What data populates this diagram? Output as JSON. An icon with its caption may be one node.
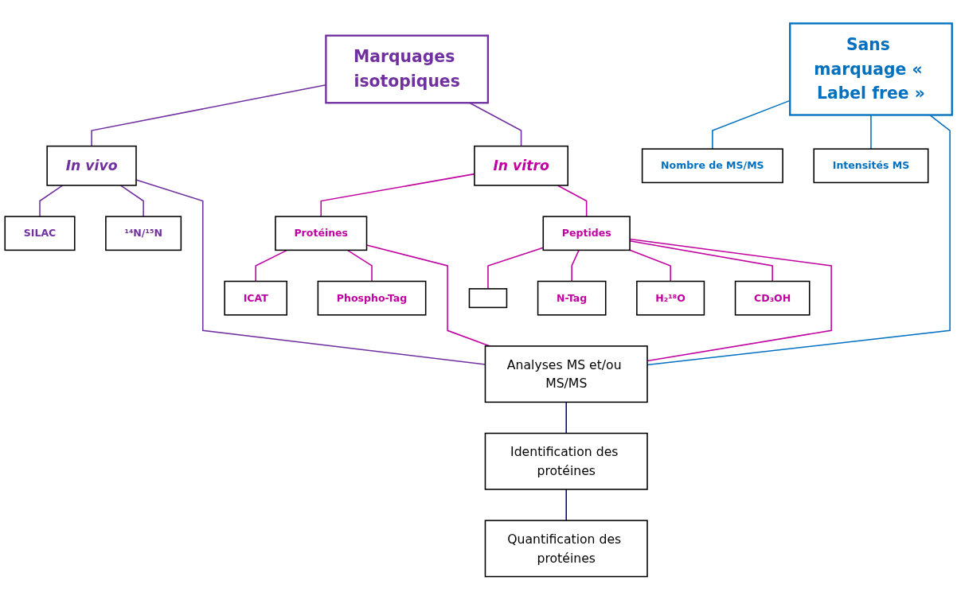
{
  "diagram": {
    "nodes": [
      {
        "text": [
          "Marquages isotopiques"
        ]
      },
      {
        "text": [
          "In vivo"
        ]
      },
      {
        "text": [
          "In vitro"
        ]
      },
      {
        "text": [
          "SILAC"
        ]
      },
      {
        "text": [
          "¹⁴N/¹⁵N"
        ]
      },
      {
        "text": [
          "Protéines"
        ]
      },
      {
        "text": [
          "Peptides"
        ]
      },
      {
        "text": [
          "ICAT"
        ]
      },
      {
        "text": [
          "Phospho-Tag"
        ]
      },
      {
        "text": [],
        "shape": "box"
      },
      {
        "text": [
          "N-Tag"
        ]
      },
      {
        "text": [
          "H₂¹⁸O"
        ]
      },
      {
        "text": [
          "CD₃OH"
        ]
      },
      {
        "text": [
          "Sans marquage « Label free »"
        ]
      },
      {
        "text": [
          "Nombre de MS/MS"
        ]
      },
      {
        "text": [
          "Intensités MS"
        ]
      },
      {
        "text": [
          "Analyses MS et/ou MS/MS"
        ]
      },
      {
        "text": [
          "Identification des protéines"
        ]
      },
      {
        "text": [
          "Quantification des protéines"
        ]
      }
    ],
    "edges": [
      {
        "from": 0,
        "to": 1,
        "arrow": "none",
        "color": "#7030a0"
      },
      {
        "from": 0,
        "to": 2,
        "arrow": "none",
        "color": "#7030a0"
      },
      {
        "from": 1,
        "to": 3,
        "arrow": "none",
        "color": "#7030a0"
      },
      {
        "from": 1,
        "to": 4,
        "arrow": "none",
        "color": "#7030a0"
      },
      {
        "from": 2,
        "to": 5,
        "arrow": "none"
      },
      {
        "from": 2,
        "to": 6,
        "arrow": "none"
      },
      {
        "from": 5,
        "to": 7,
        "arrow": "none"
      },
      {
        "from": 5,
        "to": 8,
        "arrow": "none"
      },
      {
        "from": 6,
        "to": 9,
        "arrow": "none"
      },
      {
        "from": 6,
        "to": 10,
        "arrow": "none"
      },
      {
        "from": 6,
        "to": 11,
        "arrow": "none"
      },
      {
        "from": 6,
        "to": 12,
        "arrow": "none"
      },
      {
        "from": 13,
        "to": 14,
        "arrow": "none",
        "color": "#0070c0"
      },
      {
        "from": 13,
        "to": 15,
        "arrow": "none",
        "color": "#0070c0"
      },
      {
        "from": 1,
        "to": 16,
        "arrow": "none",
        "color": "#7030a0"
      },
      {
        "from": 5,
        "to": 16,
        "arrow": "none"
      },
      {
        "from": 6,
        "to": 16,
        "arrow": "none"
      },
      {
        "from": 13,
        "to": 16,
        "arrow": "none",
        "color": "#0070c0"
      },
      {
        "from": 16,
        "to": 17,
        "arrow": "none",
        "color": "#000090"
      },
      {
        "from": 17,
        "to": 18,
        "arrow": "none",
        "color": "#000090"
      }
    ]
  }
}
